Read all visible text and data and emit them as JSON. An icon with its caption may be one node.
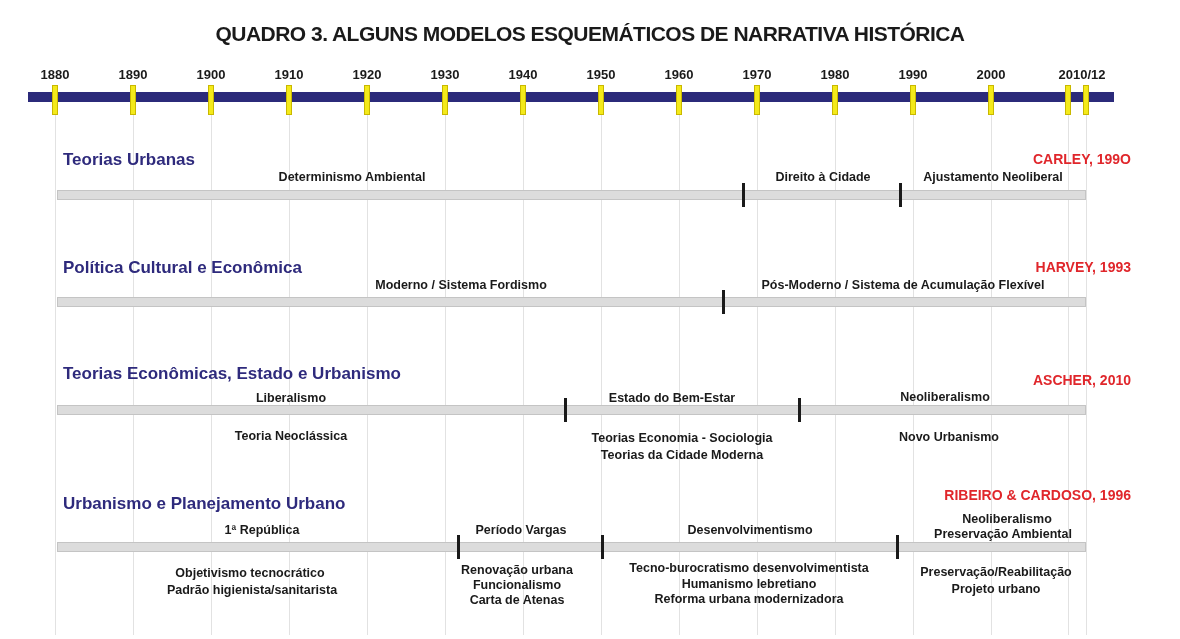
{
  "diagram": {
    "title": "QUADRO 3. ALGUNS MODELOS ESQUEMÁTICOS DE NARRATIVA HISTÓRICA",
    "labels": [
      "1880",
      "1890",
      "1900",
      "1910",
      "1920",
      "1930",
      "1940",
      "1950",
      "1960",
      "1970",
      "1980",
      "1990",
      "2000",
      "2010/12",
      "Teorias Urbanas",
      "CARLEY, 199O",
      "Determinismo Ambiental",
      "Direito à Cidade",
      "Ajustamento Neoliberal",
      "Política Cultural e Econômica",
      "HARVEY, 1993",
      "Moderno / Sistema Fordismo",
      "Pós-Moderno / Sistema de Acumulação Flexível",
      "Teorias Econômicas, Estado e Urbanismo",
      "ASCHER, 2010",
      "Liberalismo",
      "Estado do Bem-Estar",
      "Neoliberalismo",
      "Teoria Neoclássica",
      "Teorias Economia - Sociologia",
      "Teorias da Cidade Moderna",
      "Novo Urbanismo",
      "Urbanismo e Planejamento Urbano",
      "RIBEIRO & CARDOSO, 1996",
      "Neoliberalismo",
      "1ª República",
      "Período Vargas",
      "Desenvolvimentismo",
      "Preservação Ambiental",
      "Objetivismo tecnocrático",
      "Padrão higienista/sanitarista",
      "Renovação urbana",
      "Funcionalismo",
      "Carta de Atenas",
      "Tecno-burocratismo desenvolvimentista",
      "Humanismo lebretiano",
      "Reforma urbana modernizadora",
      "Preservação/Reabilitação",
      "Projeto urbano"
    ]
  }
}
